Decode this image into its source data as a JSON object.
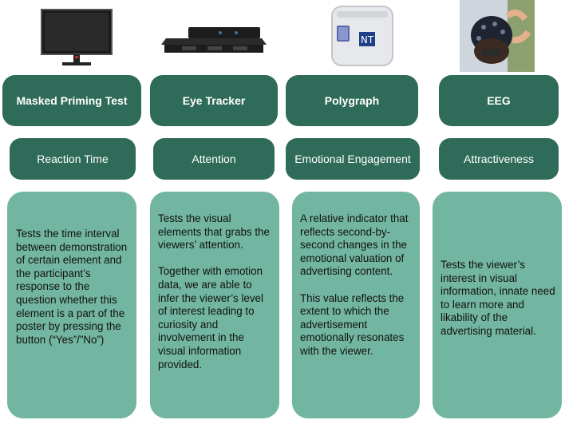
{
  "columns": [
    {
      "title": "Masked Priming Test",
      "metric": "Reaction Time",
      "icon": "monitor-icon",
      "description": [
        "Tests the time interval between demonstration of certain element and the participant’s response to the question whether this element is a part of the poster by pressing the button (“Yes”/”No”)"
      ]
    },
    {
      "title": "Eye Tracker",
      "metric": "Attention",
      "icon": "eye-tracker-bar-icon",
      "description": [
        "Tests the visual elements that grabs the viewers’ attention.",
        "Together with emotion data, we are able to infer the viewer’s level of interest leading to curiosity and involvement in the visual information provided."
      ]
    },
    {
      "title": "Polygraph",
      "metric": "Emotional Engagement",
      "icon": "polygraph-device-icon",
      "description": [
        "A relative indicator that reflects second-by-second changes in the emotional valuation of advertising content.",
        "This value reflects the extent to which the advertisement emotionally resonates with the viewer."
      ]
    },
    {
      "title": "EEG",
      "metric": "Attractiveness",
      "icon": "eeg-headset-icon",
      "description": [
        "Tests the viewer’s interest in visual information, innate need to learn more and likability of the advertising material."
      ]
    }
  ]
}
